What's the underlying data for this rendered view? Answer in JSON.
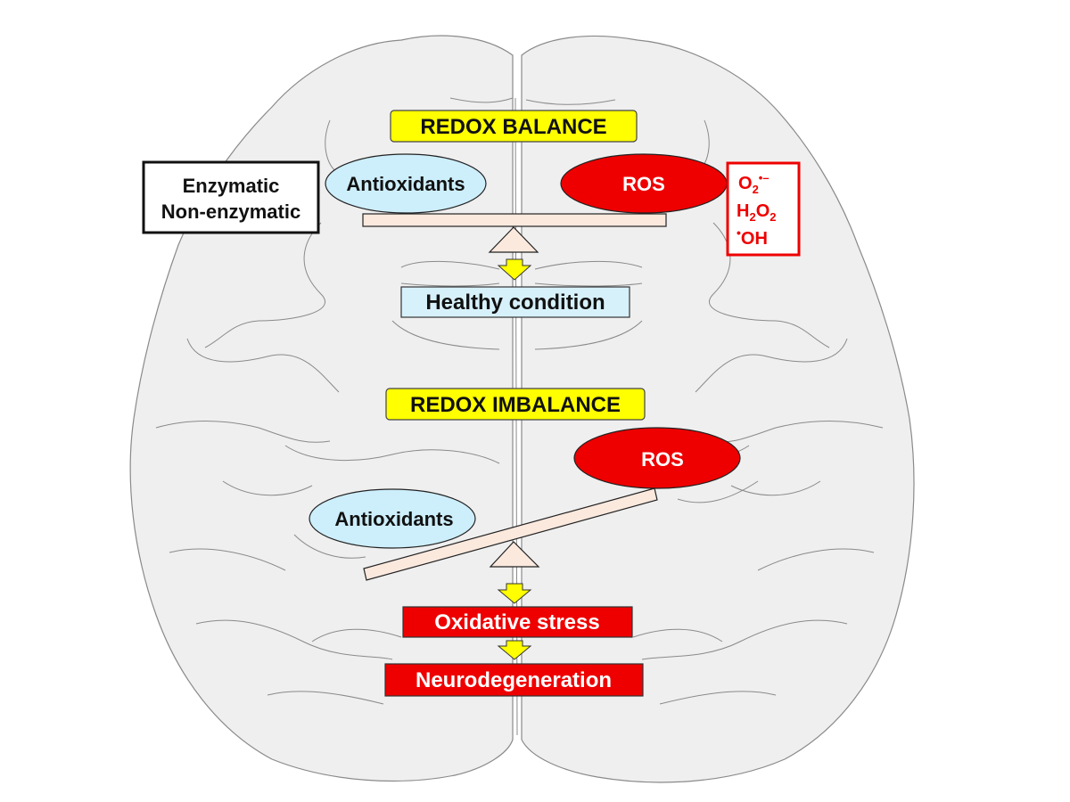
{
  "balance": {
    "title": "REDOX BALANCE",
    "antioxidants": "Antioxidants",
    "ros": "ROS",
    "outcome": "Healthy condition"
  },
  "antioxidant_types": {
    "line1": "Enzymatic",
    "line2": "Non-enzymatic"
  },
  "ros_species": {
    "superoxide": {
      "base": "O",
      "sub": "2",
      "sup": "•–"
    },
    "peroxide": {
      "h": "H",
      "sub1": "2",
      "o": "O",
      "sub2": "2"
    },
    "hydroxyl": {
      "dot": "•",
      "text": "OH"
    }
  },
  "imbalance": {
    "title": "REDOX IMBALANCE",
    "antioxidants": "Antioxidants",
    "ros": "ROS",
    "outcome1": "Oxidative stress",
    "outcome2": "Neurodegeneration"
  },
  "colors": {
    "title_bg": "#ffff00",
    "antioxidant_fill": "#cdeefb",
    "ros_fill": "#ee0000",
    "beam_fill": "#fbe9de",
    "healthy_fill": "#d7f1fb",
    "danger_fill": "#ee0000",
    "arrow_fill": "#ffff00",
    "brain_fill": "#efefef",
    "brain_stroke": "#8a8a8a"
  }
}
